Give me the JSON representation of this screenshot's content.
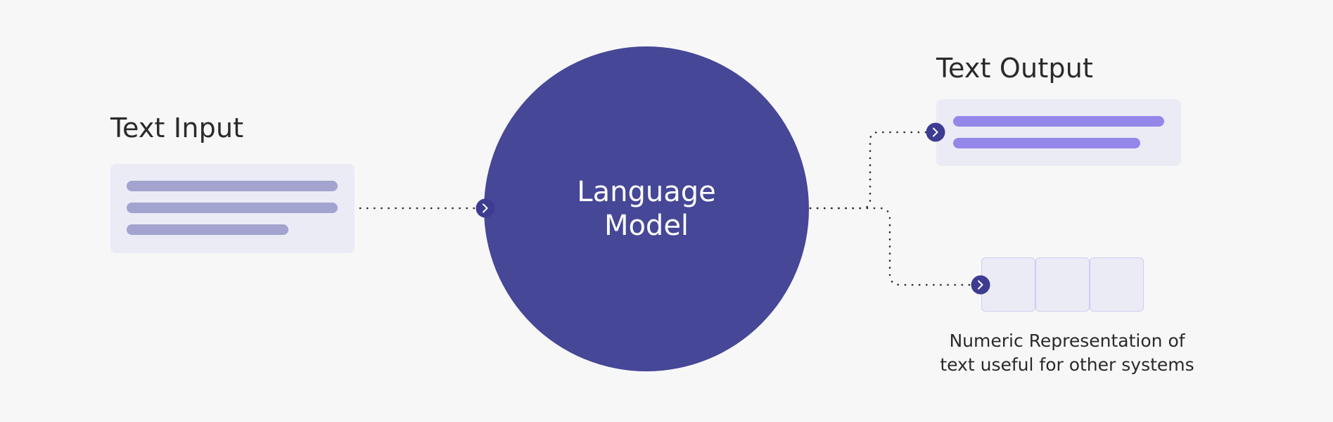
{
  "input": {
    "title": "Text Input"
  },
  "model": {
    "label_line1": "Language",
    "label_line2": "Model"
  },
  "output": {
    "title": "Text Output"
  },
  "embedding": {
    "caption_line1": "Numeric Representation of",
    "caption_line2": "text useful for other systems"
  },
  "colors": {
    "background": "#f7f7f8",
    "model_circle": "#464797",
    "panel": "#ebebf6",
    "input_bar": "#a3a3cf",
    "output_bar": "#9387ea",
    "arrow_node": "#3d3c91",
    "cell_border": "#d0ccf3"
  },
  "icons": {
    "connector": "chevron-right-icon"
  }
}
